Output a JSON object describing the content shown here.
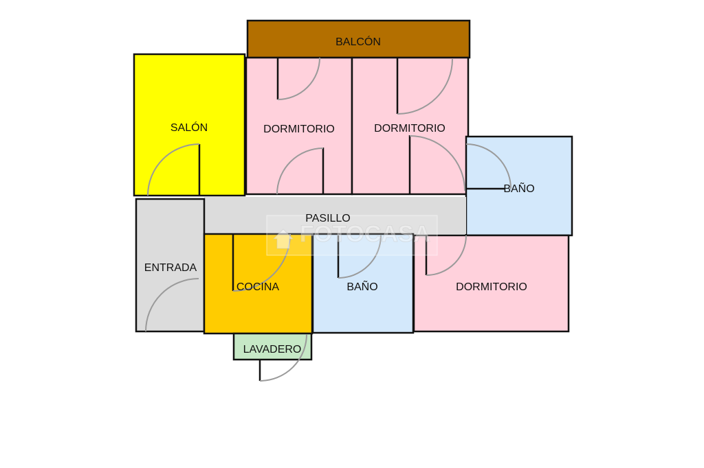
{
  "rooms": {
    "balcon": "BALCÓN",
    "salon": "SALÓN",
    "dormitorio_1": "DORMITORIO",
    "dormitorio_2": "DORMITORIO",
    "bano_1": "BAÑO",
    "pasillo": "PASILLO",
    "entrada": "ENTRADA",
    "cocina": "COCINA",
    "bano_2": "BAÑO",
    "dormitorio_3": "DORMITORIO",
    "lavadero": "LAVADERO"
  },
  "watermark": "FOTOCASA",
  "colors": {
    "balcon": "#b36f00",
    "salon": "#ffff00",
    "dormitorio": "#ffd1dc",
    "bano": "#d3e8fb",
    "pasillo": "#dcdcdc",
    "entrada": "#dcdcdc",
    "cocina": "#ffcc00",
    "lavadero": "#c6e8c6"
  }
}
